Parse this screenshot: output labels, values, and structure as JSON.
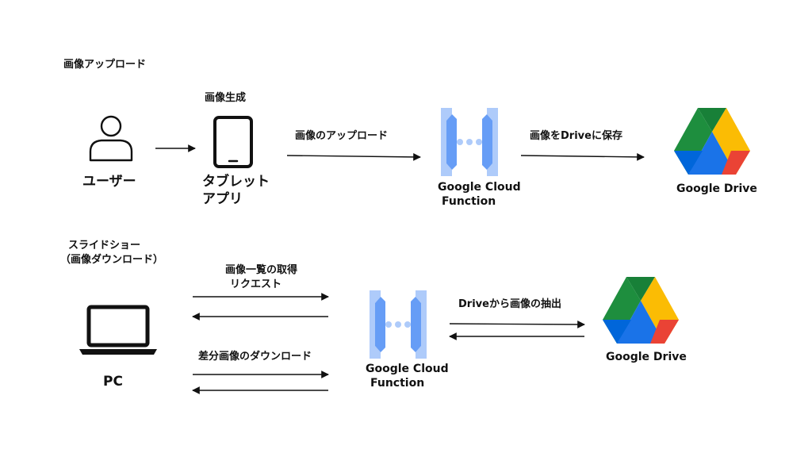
{
  "upload_section": {
    "title": "画像アップロード",
    "user_label": "ユーザー",
    "tablet_top_label": "画像生成",
    "tablet_label_line1": "タブレット",
    "tablet_label_line2": "アプリ",
    "arrow_upload_label": "画像のアップロード",
    "function_label_line1": "Google Cloud",
    "function_label_line2": "Function",
    "arrow_save_label": "画像をDriveに保存",
    "drive_label": "Google Drive"
  },
  "slideshow_section": {
    "title_line1": "スライドショー",
    "title_line2": "（画像ダウンロード）",
    "pc_label": "PC",
    "arrow_list_label_line1": "画像一覧の取得",
    "arrow_list_label_line2": "リクエスト",
    "arrow_diff_label": "差分画像のダウンロード",
    "function_label_line1": "Google Cloud",
    "function_label_line2": "Function",
    "arrow_extract_label": "Driveから画像の抽出",
    "drive_label": "Google Drive"
  },
  "icons": {
    "user": "user-icon",
    "tablet": "tablet-icon",
    "cloud_function": "cloud-functions-icon",
    "google_drive": "google-drive-icon",
    "laptop": "laptop-icon"
  },
  "colors": {
    "cf_light": "#AECBFA",
    "cf_dark": "#669DF6",
    "drive_green": "#1E8E3E",
    "drive_yellow": "#FBBC04",
    "drive_blue": "#1A73E8",
    "drive_red": "#EA4335"
  }
}
